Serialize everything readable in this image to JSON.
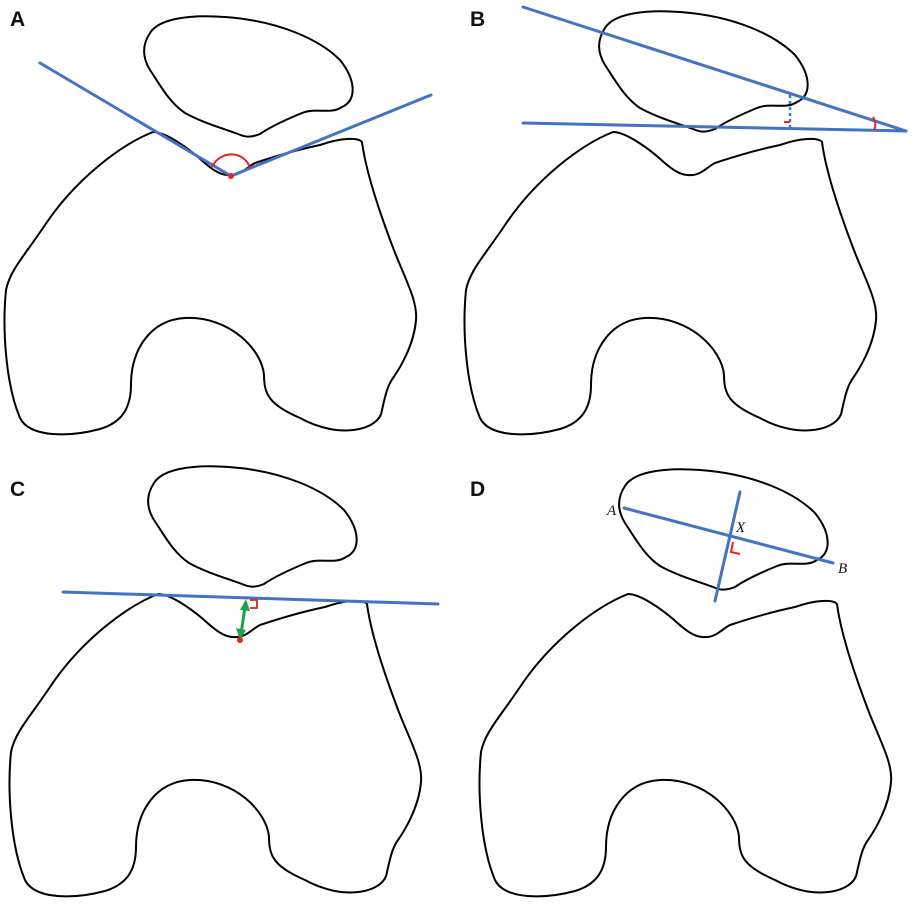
{
  "panels": [
    {
      "id": "A",
      "label": "A"
    },
    {
      "id": "B",
      "label": "B"
    },
    {
      "id": "C",
      "label": "C"
    },
    {
      "id": "D",
      "label": "D",
      "points": {
        "a": "A",
        "b": "B",
        "x": "X"
      }
    }
  ],
  "colors": {
    "outline": "#000000",
    "measure_line": "#4472C4",
    "angle_marker": "#E8211B",
    "arrow": "#1FA24A"
  }
}
